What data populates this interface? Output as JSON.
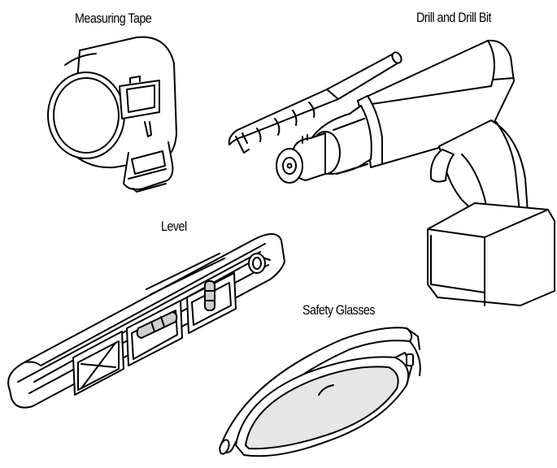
{
  "labels": {
    "measuring_tape": "Measuring Tape",
    "drill": "Drill and Drill Bit",
    "level": "Level",
    "safety_glasses": "Safety Glasses"
  },
  "colors": {
    "line": "#000000",
    "fill": "#ffffff",
    "lens_tint": "#cfcfcf"
  },
  "icons": [
    "measuring-tape-icon",
    "drill-bit-icon",
    "drill-icon",
    "level-icon",
    "safety-glasses-icon"
  ]
}
